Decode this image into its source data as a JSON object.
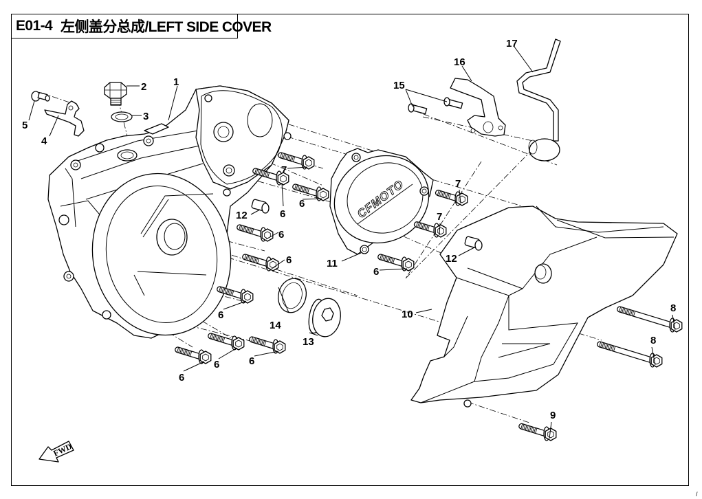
{
  "title": {
    "code": "E01-4",
    "name": "左侧盖分总成/LEFT SIDE COVER"
  },
  "parts": [
    {
      "ref": "1",
      "description": "left crankcase cover"
    },
    {
      "ref": "2",
      "description": "oil filler plug"
    },
    {
      "ref": "3",
      "description": "O-ring / seal washer"
    },
    {
      "ref": "4",
      "description": "wire clamp bracket"
    },
    {
      "ref": "5",
      "description": "bolt"
    },
    {
      "ref": "6",
      "description": "flange bolt"
    },
    {
      "ref": "7",
      "description": "flange bolt"
    },
    {
      "ref": "8",
      "description": "long flange bolt"
    },
    {
      "ref": "9",
      "description": "flange bolt"
    },
    {
      "ref": "10",
      "description": "sprocket cover"
    },
    {
      "ref": "11",
      "description": "clutch/magneto cover with logo"
    },
    {
      "ref": "12",
      "description": "dowel pin"
    },
    {
      "ref": "13",
      "description": "inspection plug"
    },
    {
      "ref": "14",
      "description": "O-ring"
    },
    {
      "ref": "15",
      "description": "bolt"
    },
    {
      "ref": "16",
      "description": "bracket"
    },
    {
      "ref": "17",
      "description": "breather pipe"
    }
  ],
  "callouts": {
    "c1": "1",
    "c2": "2",
    "c3": "3",
    "c4": "4",
    "c5": "5",
    "c6a": "6",
    "c6b": "6",
    "c6c": "6",
    "c6d": "6",
    "c6e": "6",
    "c6f": "6",
    "c6g": "6",
    "c6h": "6",
    "c6i": "6",
    "c7a": "7",
    "c7b": "7",
    "c7c": "7",
    "c8a": "8",
    "c8b": "8",
    "c9": "9",
    "c10": "10",
    "c11": "11",
    "c12a": "12",
    "c12b": "12",
    "c13": "13",
    "c14": "14",
    "c15": "15",
    "c16": "16",
    "c17": "17"
  },
  "logo_text": "CFMOTO",
  "direction_indicator": "FWD",
  "corner_mark": "/"
}
